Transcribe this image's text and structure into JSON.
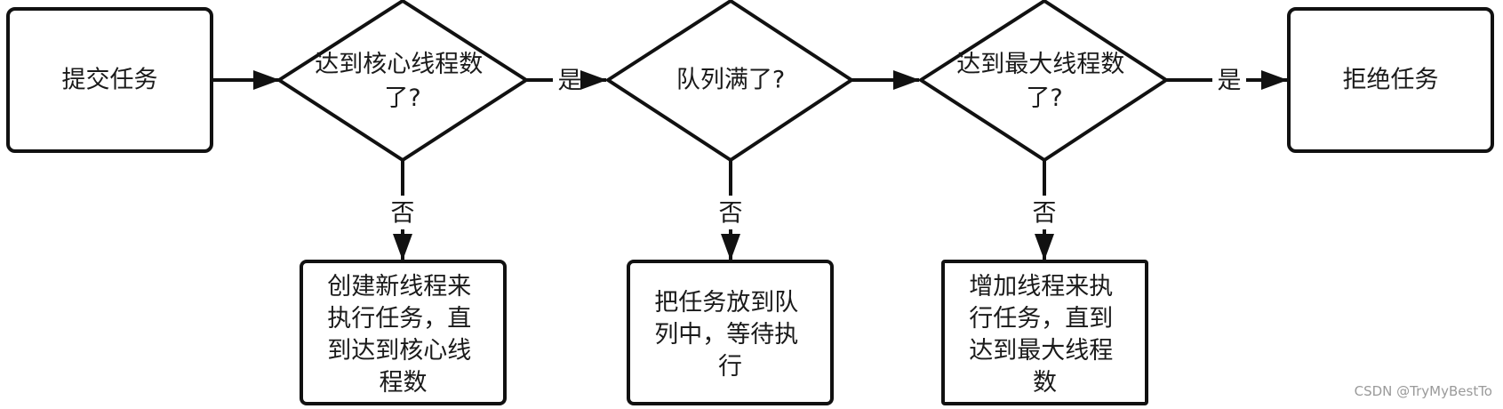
{
  "nodes": {
    "submit": {
      "text": "提交任务"
    },
    "core_check": {
      "lines": [
        "达到核心线程数",
        "了?"
      ]
    },
    "queue_check": {
      "text": "队列满了?"
    },
    "max_check": {
      "lines": [
        "达到最大线程数",
        "了?"
      ]
    },
    "reject": {
      "text": "拒绝任务"
    },
    "create_core": {
      "lines": [
        "创建新线程来",
        "执行任务，直",
        "到达到核心线",
        "程数"
      ]
    },
    "enqueue": {
      "lines": [
        "把任务放到队",
        "列中，等待执",
        "行"
      ]
    },
    "add_thread": {
      "lines": [
        "增加线程来执",
        "行任务，直到",
        "达到最大线程",
        "数"
      ]
    }
  },
  "edges": {
    "core_to_queue": {
      "label": "是"
    },
    "max_to_reject": {
      "label": "是"
    },
    "core_no": {
      "label": "否"
    },
    "queue_no": {
      "label": "否"
    },
    "max_no": {
      "label": "否"
    }
  },
  "watermark": "CSDN @TryMyBestTo",
  "colors": {
    "stroke": "#111111",
    "text": "#1a1a1a",
    "watermark": "#9a9a9a"
  }
}
